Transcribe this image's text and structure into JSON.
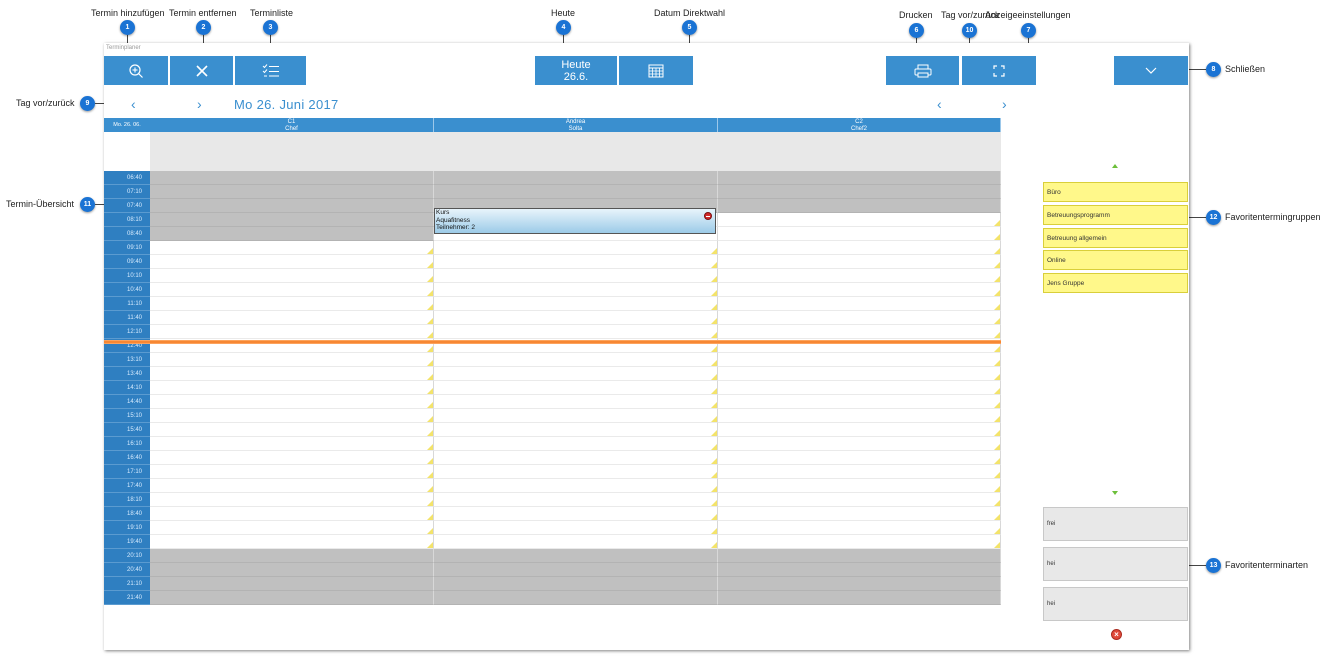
{
  "annotations": [
    {
      "num": "1",
      "label": "Termin hinzufügen"
    },
    {
      "num": "2",
      "label": "Termin entfernen"
    },
    {
      "num": "3",
      "label": "Terminliste"
    },
    {
      "num": "4",
      "label": "Heute"
    },
    {
      "num": "5",
      "label": "Datum Direktwahl"
    },
    {
      "num": "6",
      "label": "Drucken"
    },
    {
      "num": "10",
      "label": "Tag vor/zurück"
    },
    {
      "num": "7",
      "label": "Anzeigeeinstellungen"
    },
    {
      "num": "8",
      "label": "Schließen"
    },
    {
      "num": "9",
      "label": "Tag vor/zurück"
    },
    {
      "num": "11",
      "label": "Termin-Übersicht"
    },
    {
      "num": "12",
      "label": "Favoritentermingruppen"
    },
    {
      "num": "13",
      "label": "Favoritenterminarten"
    }
  ],
  "window": {
    "title": "Terminplaner"
  },
  "toolbar": {
    "today_line1": "Heute",
    "today_line2": "26.6."
  },
  "icons": {
    "add": "zoom-plus-icon",
    "remove": "close-x-icon",
    "list": "checklist-icon",
    "calendar": "calendar-grid-icon",
    "print": "printer-icon",
    "settings": "fullscreen-icon",
    "close": "chevron-down-icon"
  },
  "nav": {
    "prev": "‹",
    "next": "›",
    "date_title": "Mo 26. Juni 2017"
  },
  "calendar": {
    "date_cell": "Mo. 26. 06.",
    "columns": [
      {
        "line1": "C1",
        "line2": "Chef"
      },
      {
        "line1": "Andrea",
        "line2": "Solta"
      },
      {
        "line1": "C2",
        "line2": "Chef2"
      }
    ],
    "times": [
      "06:40",
      "07:10",
      "07:40",
      "08:10",
      "08:40",
      "09:10",
      "09:40",
      "10:10",
      "10:40",
      "11:10",
      "11:40",
      "12:10",
      "12:40",
      "13:10",
      "13:40",
      "14:10",
      "14:40",
      "15:10",
      "15:40",
      "16:10",
      "16:40",
      "17:10",
      "17:40",
      "18:10",
      "18:40",
      "19:10",
      "19:40",
      "20:10",
      "20:40",
      "21:10",
      "21:40"
    ],
    "event": {
      "line1": "Kurs",
      "line2": "Aquafitness",
      "line3": "Teilnehmer: 2"
    }
  },
  "favorite_groups": [
    "Büro",
    "Betreuungsprogramm",
    "Betreuung allgemein",
    "Online",
    "Jens Gruppe"
  ],
  "favorite_types": [
    "frei",
    "hei",
    "hei"
  ],
  "colors": {
    "accent": "#3a8fcf",
    "favorite_yellow": "#fff88a",
    "now_line": "#f47a1f",
    "callout": "#1a73d4"
  }
}
